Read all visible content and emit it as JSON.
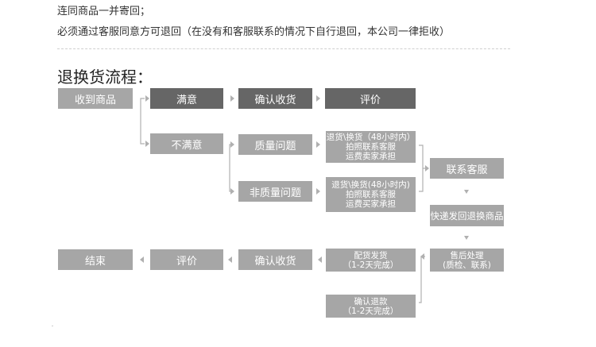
{
  "intro": {
    "line1": "连同商品一并寄回；",
    "line2": "必须通过客服同意方可退回（在没有和客服联系的情况下自行退回，本公司一律拒收）"
  },
  "heading": "退换货流程：",
  "flow": {
    "receive": "收到商品",
    "satisfied": "满意",
    "confirm_receipt_top": "确认收货",
    "review_top": "评价",
    "unsatisfied": "不满意",
    "quality_issue": "质量问题",
    "non_quality_issue": "非质量问题",
    "quality_policy": [
      "退货\\换货（48小时内）",
      "拍照联系客服",
      "运费卖家承担"
    ],
    "non_quality_policy": [
      "退货\\换货(48小时内)",
      "拍照联系客服",
      "运费买家承担"
    ],
    "contact_service": "联系客服",
    "express_return": "快递发回退换商品",
    "after_sales": [
      "售后处理",
      "(质检、联系)"
    ],
    "ship_goods": [
      "配货发货",
      "（1-2天完成）"
    ],
    "confirm_refund": [
      "确认退款",
      "（1-2天完成）"
    ],
    "confirm_receipt_bottom": "确认收货",
    "review_bottom": "评价",
    "end": "结束"
  },
  "colors": {
    "box_light": "#a6a6a6",
    "box_dark": "#666666",
    "connector": "#b0b0b0"
  }
}
